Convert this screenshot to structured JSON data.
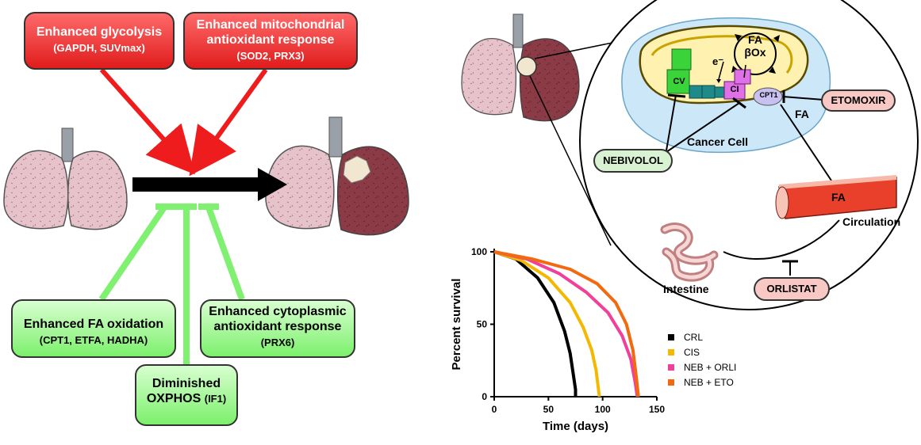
{
  "left_panel": {
    "glycolysis": {
      "title": "Enhanced glycolysis",
      "sub": "(GAPDH, SUVmax)"
    },
    "mito_antioxidant": {
      "title_line1": "Enhanced mitochondrial",
      "title_line2": "antioxidant response",
      "sub": "(SOD2, PRX3)"
    },
    "fa_oxidation": {
      "title": "Enhanced FA oxidation",
      "sub": "(CPT1, ETFA, HADHA)"
    },
    "oxphos": {
      "title_line1": "Diminished",
      "title_line2": "OXPHOS",
      "sub": "(IF1)"
    },
    "cyto_antioxidant": {
      "title_line1": "Enhanced cytoplasmic",
      "title_line2": "antioxidant response",
      "sub": "(PRX6)"
    }
  },
  "right_panel": {
    "fa_box_line1": "FA",
    "fa_box_line2": "βOx",
    "electron": "e⁻",
    "cv": "CV",
    "ci": "CI",
    "cpt1": "CPT1",
    "fa_label": "FA",
    "etomoxir": "ETOMOXIR",
    "cancer_cell": "Cancer Cell",
    "nebivolol": "NEBIVOLOL",
    "vessel_fa": "FA",
    "circulation": "Circulation",
    "intestine": "Intestine",
    "orlistat": "ORLISTAT"
  },
  "colors": {
    "red_box": "#e53030",
    "green_box": "#8af47c",
    "inhibitor_line": "#80f070",
    "lung_pink": "#e8c4cc",
    "lung_dark": "#8a3a44",
    "cell_bg": "#cce8f8",
    "mito_fill": "#fff2b0",
    "vessel_red": "#e8402a"
  },
  "chart_data": {
    "type": "line",
    "xlabel": "Time (days)",
    "ylabel": "Percent survival",
    "xlim": [
      0,
      150
    ],
    "ylim": [
      0,
      100
    ],
    "xticks": [
      0,
      50,
      100,
      150
    ],
    "yticks": [
      0,
      50,
      100
    ],
    "legend_position": "right",
    "series": [
      {
        "name": "CRL",
        "color": "#000000",
        "x": [
          0,
          20,
          40,
          55,
          65,
          70,
          73,
          75,
          75
        ],
        "y": [
          100,
          95,
          82,
          65,
          45,
          30,
          15,
          5,
          0
        ]
      },
      {
        "name": "CIS",
        "color": "#f5b800",
        "x": [
          0,
          25,
          50,
          70,
          82,
          90,
          94,
          96,
          97
        ],
        "y": [
          100,
          94,
          82,
          65,
          48,
          32,
          18,
          6,
          0
        ]
      },
      {
        "name": "NEB + ORLI",
        "color": "#f0409a",
        "x": [
          0,
          30,
          60,
          85,
          105,
          118,
          126,
          130,
          132
        ],
        "y": [
          100,
          95,
          85,
          72,
          58,
          42,
          26,
          10,
          0
        ]
      },
      {
        "name": "NEB + ETO",
        "color": "#f26a10",
        "x": [
          0,
          35,
          70,
          95,
          112,
          122,
          128,
          131,
          133
        ],
        "y": [
          100,
          95,
          88,
          78,
          65,
          50,
          32,
          14,
          0
        ]
      }
    ]
  }
}
